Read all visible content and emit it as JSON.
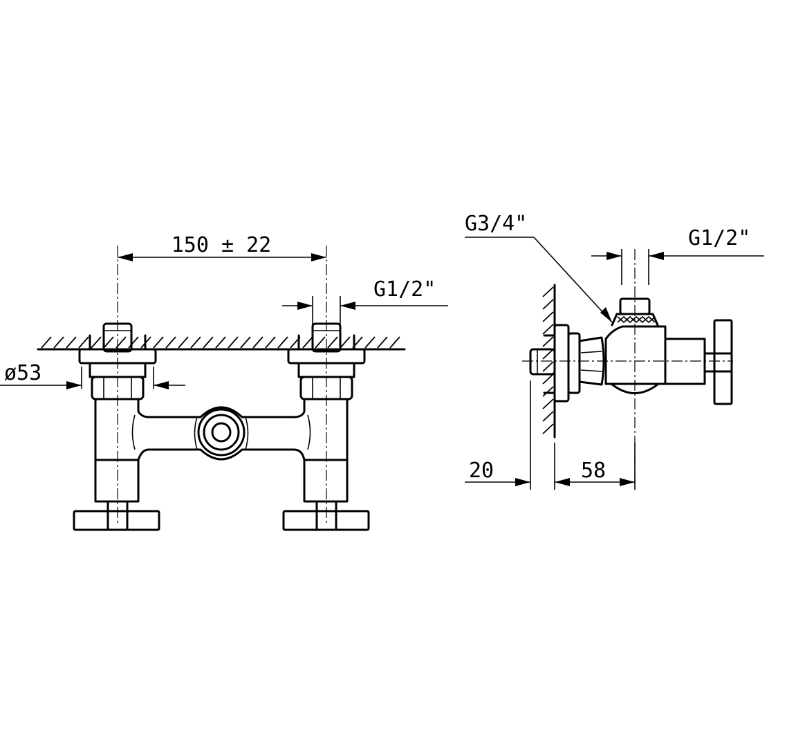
{
  "front_view": {
    "dim_center_distance": "150 ± 22",
    "dim_thread_inlet": "G1/2\"",
    "dim_diameter": "ø53"
  },
  "side_view": {
    "dim_thread_outlet": "G3/4\"",
    "dim_thread_inlet": "G1/2\"",
    "dim_wall_offset": "20",
    "dim_projection": "58"
  }
}
